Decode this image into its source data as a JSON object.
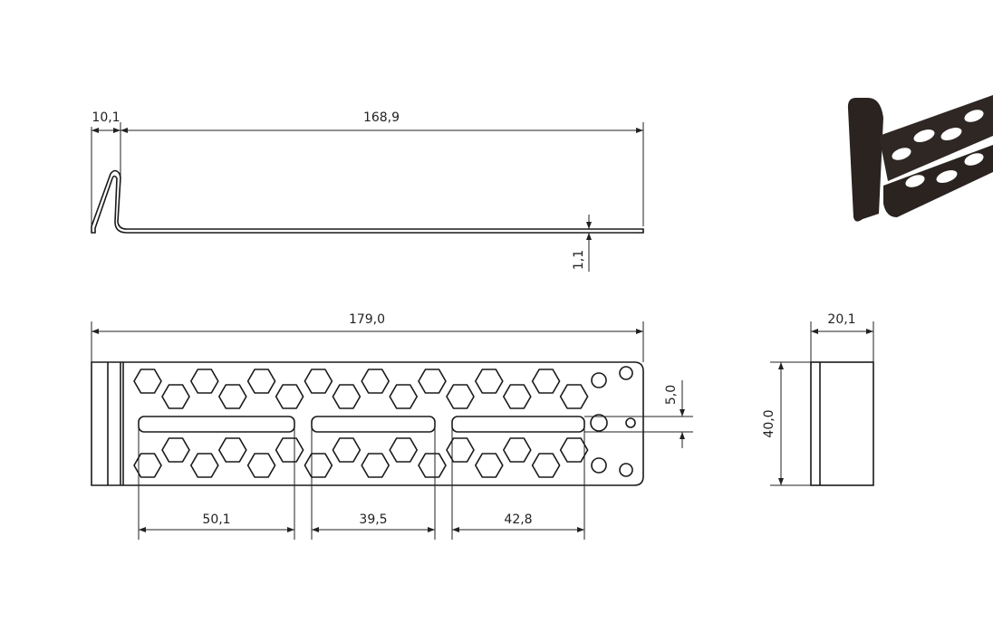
{
  "side_view": {
    "width_hook": "10,1",
    "length": "168,9",
    "thickness": "1,1"
  },
  "top_view": {
    "total_length": "179,0",
    "slot_1": "50,1",
    "slot_2": "39,5",
    "slot_3": "42,8",
    "offset": "5,0"
  },
  "end_view": {
    "width": "20,1",
    "height": "40,0"
  },
  "colors": {
    "line": "#222222",
    "product": "#2a2320"
  }
}
